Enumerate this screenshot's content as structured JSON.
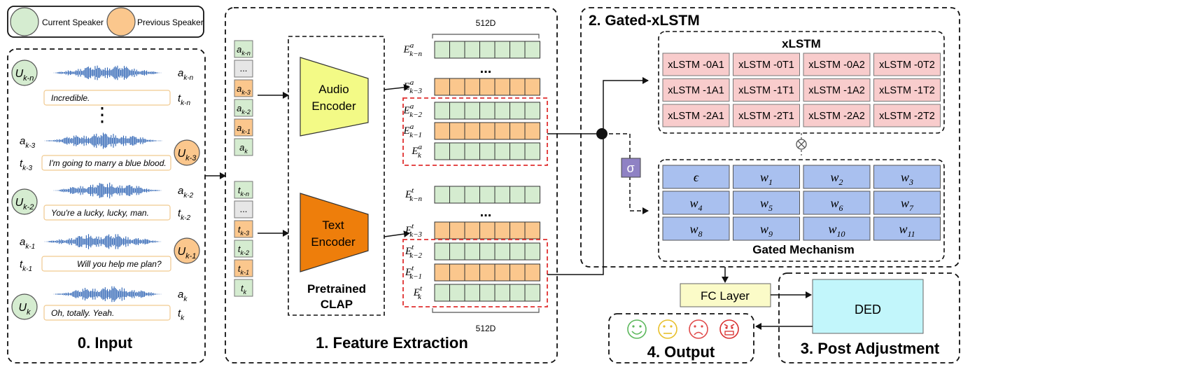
{
  "legend": {
    "current": "Current Speaker",
    "previous": "Previous Speaker"
  },
  "colors": {
    "current": "#d5ecd0",
    "previous": "#fbc78d",
    "audio_encoder": "#f3fa86",
    "text_encoder": "#ee7e0b",
    "xlstm_cell": "#f8cccc",
    "gate_cell": "#a9c0ef",
    "fc_layer": "#fbfbc8",
    "ded": "#c2f6fb",
    "sigma": "#8f82c4",
    "highlight": "#e03030"
  },
  "input": {
    "title": "0. Input",
    "rows": [
      {
        "speaker_base": "U",
        "speaker_sub": "k-n",
        "audio_base": "a",
        "audio_sub": "k-n",
        "text_base": "t",
        "text_sub": "k-n",
        "utterance": "Incredible.",
        "role": "current"
      },
      {
        "speaker_base": "U",
        "speaker_sub": "k-3",
        "audio_base": "a",
        "audio_sub": "k-3",
        "text_base": "t",
        "text_sub": "k-3",
        "utterance": "I'm going to marry a blue blood.",
        "role": "previous"
      },
      {
        "speaker_base": "U",
        "speaker_sub": "k-2",
        "audio_base": "a",
        "audio_sub": "k-2",
        "text_base": "t",
        "text_sub": "k-2",
        "utterance": "You're a lucky, lucky, man.",
        "role": "current"
      },
      {
        "speaker_base": "U",
        "speaker_sub": "k-1",
        "audio_base": "a",
        "audio_sub": "k-1",
        "text_base": "t",
        "text_sub": "k-1",
        "utterance": "Will you help me plan?",
        "role": "previous"
      },
      {
        "speaker_base": "U",
        "speaker_sub": "k",
        "audio_base": "a",
        "audio_sub": "k",
        "text_base": "t",
        "text_sub": "k",
        "utterance": "Oh, totally. Yeah.",
        "role": "current"
      }
    ],
    "ellipsis": "⋮"
  },
  "feature_extraction": {
    "title": "1. Feature Extraction",
    "audio_stack": [
      {
        "base": "a",
        "sub": "k-n",
        "role": "current"
      },
      {
        "base": "...",
        "sub": "",
        "role": "gray"
      },
      {
        "base": "a",
        "sub": "k-3",
        "role": "previous"
      },
      {
        "base": "a",
        "sub": "k-2",
        "role": "current"
      },
      {
        "base": "a",
        "sub": "k-1",
        "role": "previous"
      },
      {
        "base": "a",
        "sub": "k",
        "role": "current"
      }
    ],
    "text_stack": [
      {
        "base": "t",
        "sub": "k-n",
        "role": "current"
      },
      {
        "base": "...",
        "sub": "",
        "role": "gray"
      },
      {
        "base": "t",
        "sub": "k-3",
        "role": "previous"
      },
      {
        "base": "t",
        "sub": "k-2",
        "role": "current"
      },
      {
        "base": "t",
        "sub": "k-1",
        "role": "previous"
      },
      {
        "base": "t",
        "sub": "k",
        "role": "current"
      }
    ],
    "audio_encoder": [
      "Audio",
      "Encoder"
    ],
    "text_encoder": [
      "Text",
      "Encoder"
    ],
    "clap_label": [
      "Pretrained",
      "CLAP"
    ],
    "dim_label": "512D",
    "ellipsis": "...",
    "audio_embeddings": [
      {
        "sup": "a",
        "sub": "k−n",
        "role": "current"
      },
      {
        "sup": "a",
        "sub": "k−3",
        "role": "previous"
      },
      {
        "sup": "a",
        "sub": "k−2",
        "role": "current"
      },
      {
        "sup": "a",
        "sub": "k−1",
        "role": "previous"
      },
      {
        "sup": "a",
        "sub": "k",
        "role": "current"
      }
    ],
    "text_embeddings": [
      {
        "sup": "t",
        "sub": "k−n",
        "role": "current"
      },
      {
        "sup": "t",
        "sub": "k−3",
        "role": "previous"
      },
      {
        "sup": "t",
        "sub": "k−2",
        "role": "current"
      },
      {
        "sup": "t",
        "sub": "k−1",
        "role": "previous"
      },
      {
        "sup": "t",
        "sub": "k",
        "role": "current"
      }
    ],
    "embedding_base": "E"
  },
  "gated_xlstm": {
    "title": "2. Gated-xLSTM",
    "xlstm_title": "xLSTM",
    "xlstm_cells": [
      [
        "xLSTM -0A1",
        "xLSTM -0T1",
        "xLSTM -0A2",
        "xLSTM -0T2"
      ],
      [
        "xLSTM -1A1",
        "xLSTM -1T1",
        "xLSTM -1A2",
        "xLSTM -1T2"
      ],
      [
        "xLSTM -2A1",
        "xLSTM -2T1",
        "xLSTM -2A2",
        "xLSTM -2T2"
      ]
    ],
    "gate_title": "Gated Mechanism",
    "gate_cells": [
      [
        {
          "base": "ϵ",
          "sub": ""
        },
        {
          "base": "w",
          "sub": "1"
        },
        {
          "base": "w",
          "sub": "2"
        },
        {
          "base": "w",
          "sub": "3"
        }
      ],
      [
        {
          "base": "w",
          "sub": "4"
        },
        {
          "base": "w",
          "sub": "5"
        },
        {
          "base": "w",
          "sub": "6"
        },
        {
          "base": "w",
          "sub": "7"
        }
      ],
      [
        {
          "base": "w",
          "sub": "8"
        },
        {
          "base": "w",
          "sub": "9"
        },
        {
          "base": "w",
          "sub": "10"
        },
        {
          "base": "w",
          "sub": "11"
        }
      ]
    ],
    "sigma": "σ",
    "combine": "⊗"
  },
  "fc_layer": "FC Layer",
  "post_adjustment": {
    "title": "3. Post Adjustment",
    "ded": "DED"
  },
  "output": {
    "title": "4. Output"
  }
}
